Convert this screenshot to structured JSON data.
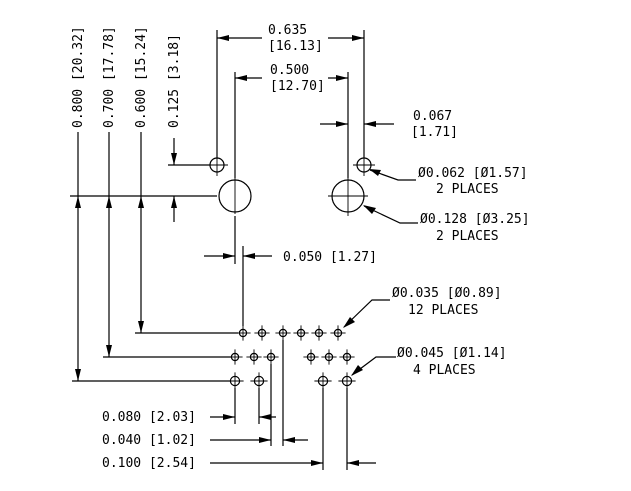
{
  "top_dims": {
    "d0635": "0.635",
    "d0635_mm": "[16.13]",
    "d0500": "0.500",
    "d0500_mm": "[12.70]",
    "d0067": "0.067",
    "d0067_mm": "[1.71]"
  },
  "left_dims": {
    "d0800": "0.800 [20.32]",
    "d0700": "0.700 [17.78]",
    "d0600": "0.600 [15.24]",
    "d0125": "0.125 [3.18]"
  },
  "mid_dims": {
    "d0050": "0.050 [1.27]"
  },
  "callouts": {
    "small_hole_size": "Ø0.062 [Ø1.57]",
    "small_hole_qty": "2 PLACES",
    "large_hole_size": "Ø0.128 [Ø3.25]",
    "large_hole_qty": "2 PLACES",
    "pin_hole_size": "Ø0.035 [Ø0.89]",
    "pin_hole_qty": "12 PLACES",
    "mid_hole_size": "Ø0.045 [Ø1.14]",
    "mid_hole_qty": "4 PLACES"
  },
  "bottom_dims": {
    "d0080": "0.080 [2.03]",
    "d0040": "0.040 [1.02]",
    "d0100": "0.100 [2.54]"
  }
}
